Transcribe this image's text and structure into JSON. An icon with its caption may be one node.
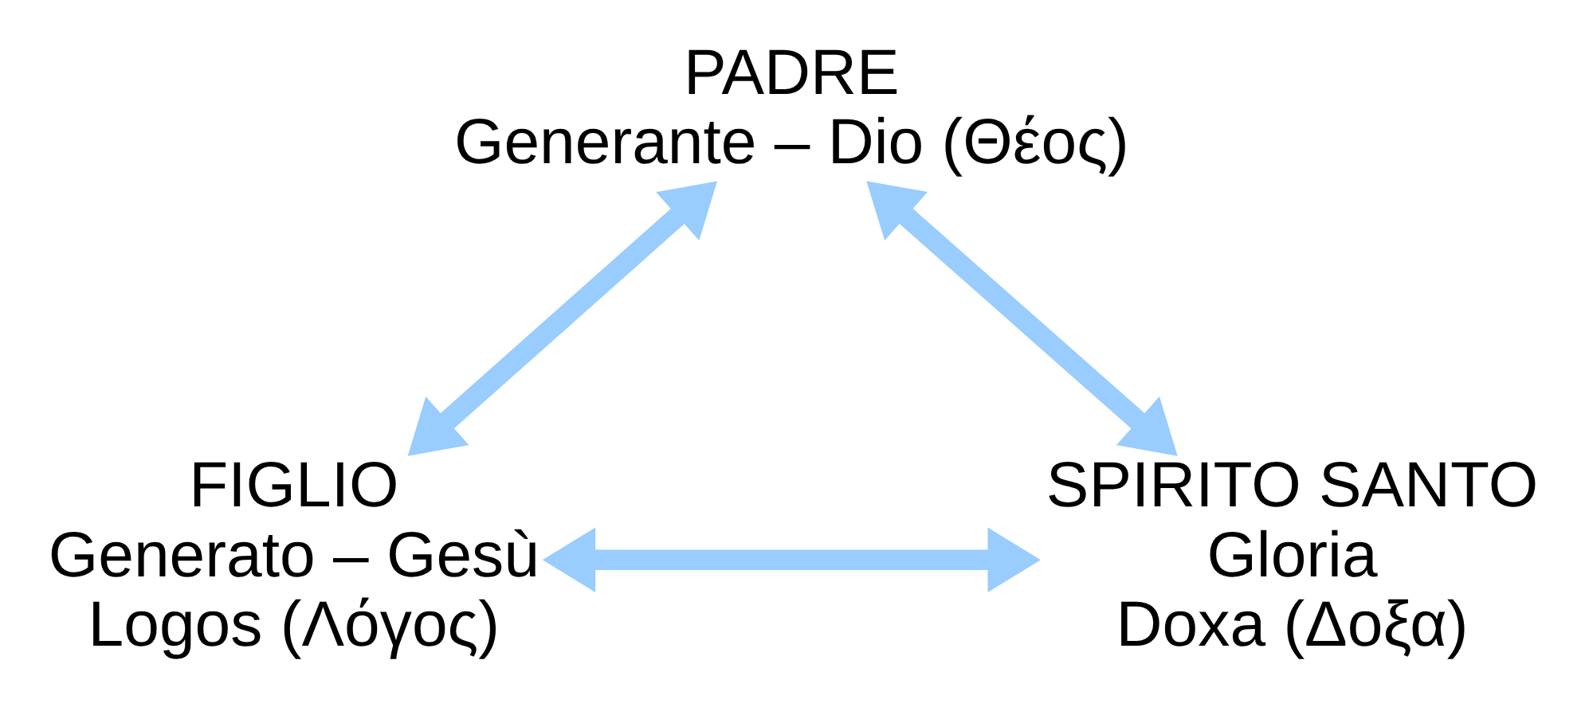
{
  "diagram": {
    "nodes": [
      {
        "text": [
          "PADRE",
          "Generante – Dio (Θέος)"
        ]
      },
      {
        "text": [
          "FIGLIO",
          "Generato – Gesù",
          "Logos (Λόγος)"
        ]
      },
      {
        "text": [
          "SPIRITO SANTO",
          "Gloria",
          "Doxa (Δοξα)"
        ]
      }
    ],
    "edges": [
      {
        "from": 0,
        "to": 1,
        "arrow": "both"
      },
      {
        "from": 0,
        "to": 2,
        "arrow": "both"
      },
      {
        "from": 1,
        "to": 2,
        "arrow": "both"
      }
    ]
  }
}
